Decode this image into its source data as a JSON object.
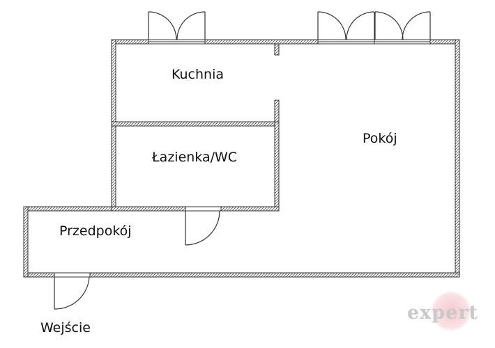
{
  "rooms": {
    "kitchen": "Kuchnia",
    "bathroom": "Łazienka/WC",
    "living_room": "Pokój",
    "hallway": "Przedpokój",
    "entrance": "Wejście"
  },
  "brand": {
    "logo_text": "expert",
    "accent_color": "#f3c2c8"
  },
  "colors": {
    "wall": "#444444",
    "wall_fill": "#ffffff",
    "label": "#111111"
  }
}
